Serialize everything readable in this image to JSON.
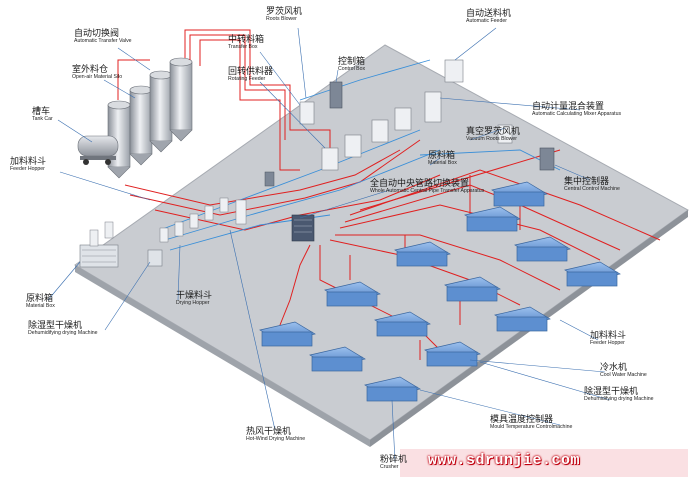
{
  "labels": {
    "auto_transfer_valve": {
      "zh": "自动切换阀",
      "en": "Automatic Transfer Valve"
    },
    "open_air_silo": {
      "zh": "室外料仓",
      "en": "Open-air Material Silo"
    },
    "tank_car": {
      "zh": "槽车",
      "en": "Tank Car"
    },
    "feeder_hopper_left": {
      "zh": "加料料斗",
      "en": "Feeder Hopper"
    },
    "material_box_left": {
      "zh": "原料箱",
      "en": "Material Box"
    },
    "dehumidifying_left": {
      "zh": "除湿型干燥机",
      "en": "Dehumidifying drying Machine"
    },
    "drying_hopper": {
      "zh": "干燥料斗",
      "en": "Drying Hopper"
    },
    "hot_wind_dryer": {
      "zh": "热风干燥机",
      "en": "Hot-Wind Drying Machine"
    },
    "crusher": {
      "zh": "粉碎机",
      "en": "Crusher"
    },
    "roots_blower": {
      "zh": "罗茨风机",
      "en": "Roots Blower"
    },
    "transfer_box": {
      "zh": "中转料箱",
      "en": "Transfer Box"
    },
    "rotating_feeder": {
      "zh": "回转供料器",
      "en": "Rotating Feeder"
    },
    "control_box": {
      "zh": "控制箱",
      "en": "Control Box"
    },
    "automatic_feeder": {
      "zh": "自动送料机",
      "en": "Automatic Feeder"
    },
    "mixer_apparatus": {
      "zh": "自动计量混合装置",
      "en": "Automatic Calculating Mixer Apparatus"
    },
    "vacuum_roots_blower": {
      "zh": "真空罗茨风机",
      "en": "Vacuum Roots Blower"
    },
    "material_box_mid": {
      "zh": "原料箱",
      "en": "Material Box"
    },
    "central_transfer": {
      "zh": "全自动中央管路切换装置",
      "en": "Whole Automatic Central Pipe Transfer Apparatus"
    },
    "central_control": {
      "zh": "集中控制器",
      "en": "Central Control Machine"
    },
    "feeder_hopper_right": {
      "zh": "加料料斗",
      "en": "Feeder Hopper"
    },
    "cool_water": {
      "zh": "冷水机",
      "en": "Cool Water Machine"
    },
    "dehumidifying_right": {
      "zh": "除湿型干燥机",
      "en": "Dehumidifying drying Machine"
    },
    "mould_temp": {
      "zh": "模具温度控制器",
      "en": "Mould Temperature Controlmachine"
    }
  },
  "website": "www.sdrunjie.com",
  "colors": {
    "floor": "#c9ccd1",
    "floor_edge": "#9ea3aa",
    "pipe_red": "#e02020",
    "pipe_blue": "#3a8fd8",
    "machine_blue": "#5d8fd0",
    "machine_dark": "#3b679f",
    "leader": "#3a6fb0"
  }
}
